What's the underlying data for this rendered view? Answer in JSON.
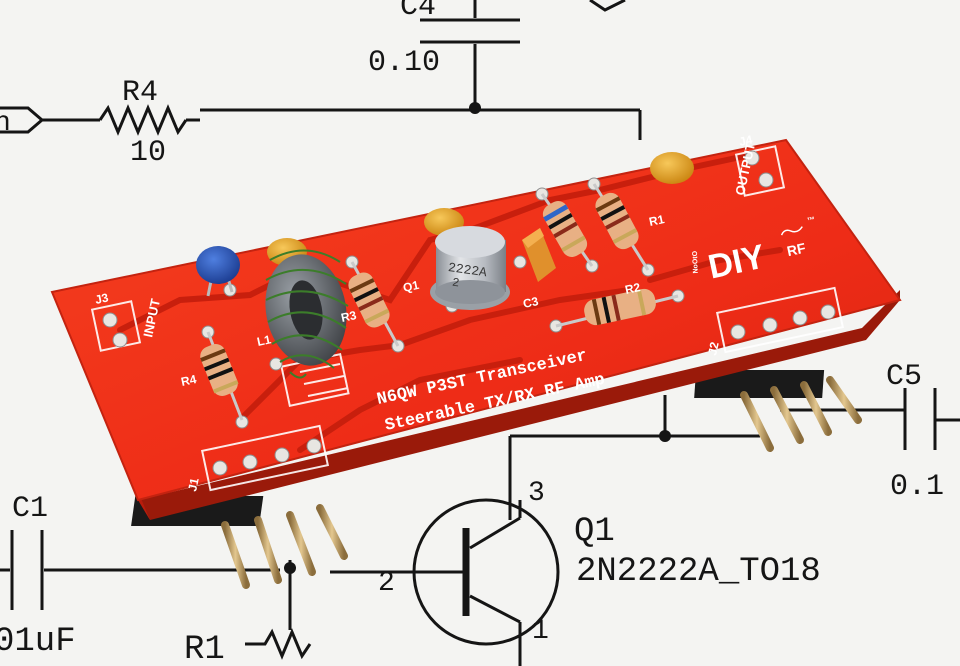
{
  "schematic": {
    "c4": {
      "ref": "C4",
      "value": "0.10"
    },
    "r4": {
      "ref": "R4",
      "value": "10"
    },
    "c5": {
      "ref": "C5",
      "value": "0.1"
    },
    "c1": {
      "ref": "C1",
      "value": "01uF"
    },
    "q1": {
      "ref": "Q1",
      "part": "2N2222A_TO18",
      "pin_base": "2",
      "pin_collector": "3",
      "pin_emitter": "1"
    },
    "r1": {
      "ref": "R1"
    },
    "input_port": "n"
  },
  "pcb": {
    "title_line1": "N6QW P3ST Transceiver",
    "title_line2": "Steerable TX/RX RF Amp",
    "brand_small": "NoOtO",
    "brand_logo": "DIY",
    "brand_logo_suffix": "RF",
    "brand_tm": "™",
    "transistor_marking_1": "2222A",
    "transistor_marking_2": "2",
    "labels": {
      "j1": "J1",
      "j2": "J2",
      "j3": "J3",
      "j4": "J4",
      "input": "INPUT",
      "output": "OUTPUT",
      "r1": "R1",
      "r2": "R2",
      "r3": "R3",
      "r4": "R4",
      "l1": "L1",
      "q1": "Q1",
      "c3": "C3"
    }
  },
  "colors": {
    "paper": "#f4f4f2",
    "ink": "#151515",
    "pcb_red": "#f0301a",
    "pcb_edge": "#b81c0c",
    "silkscreen": "#ffffff",
    "capacitor_yellow": "#e5a21e",
    "capacitor_blue": "#2553b8",
    "resistor_body": "#e8b084",
    "toroid": "#6b6e73",
    "header_black": "#1a1a1a",
    "pin_gold": "#c9a466"
  }
}
